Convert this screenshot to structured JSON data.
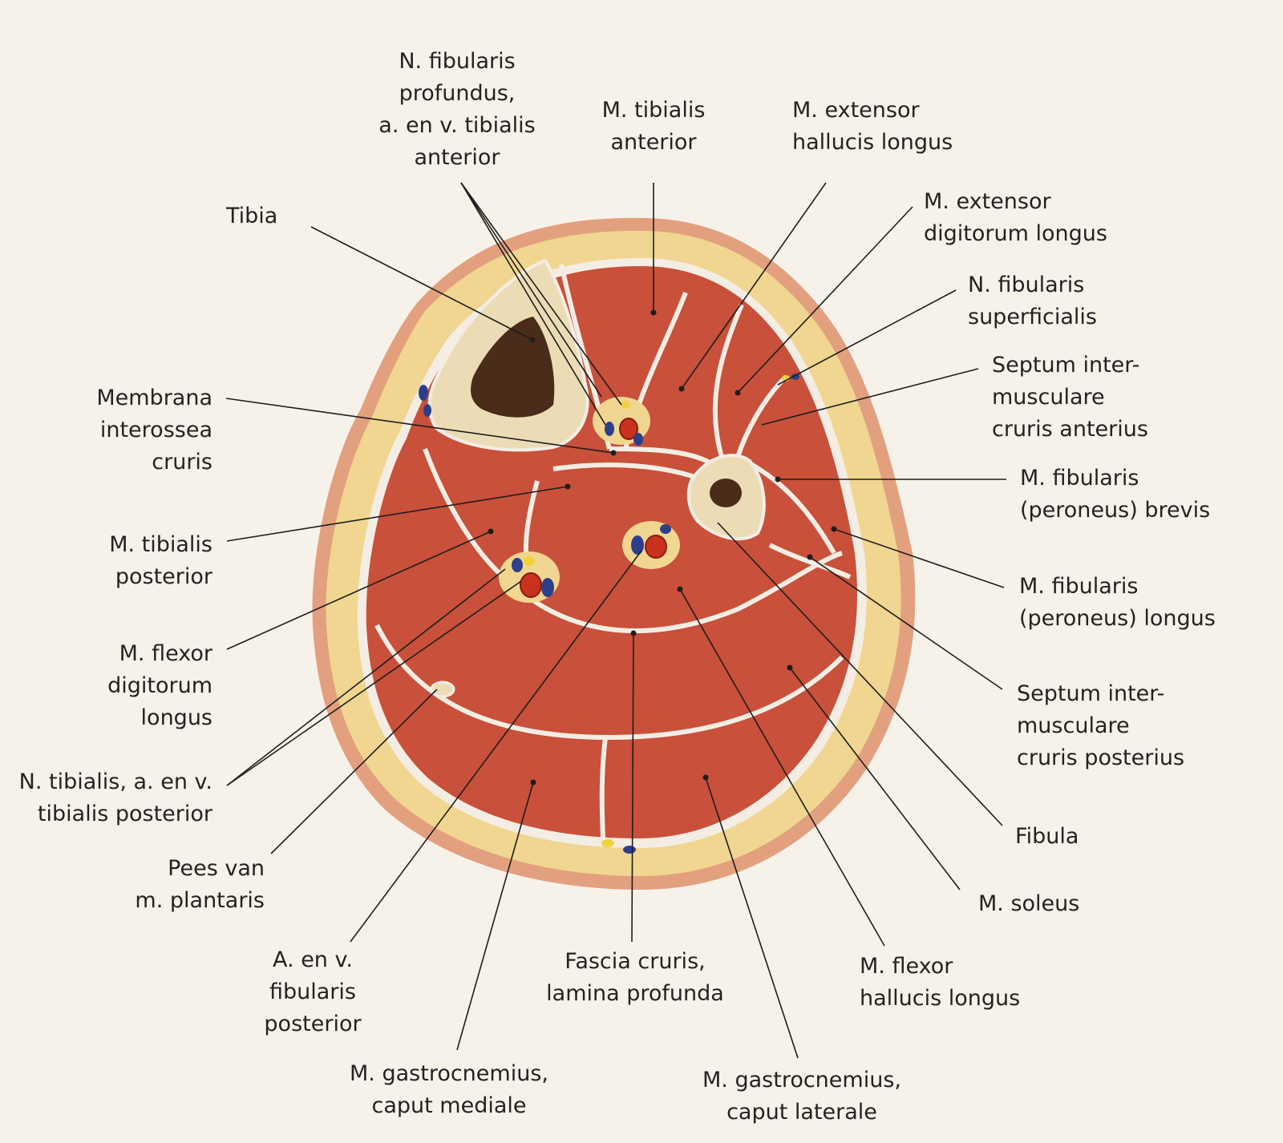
{
  "labels": {
    "n_fib_prof": [
      "N. fibularis",
      "profundus,",
      "a. en v. tibialis",
      "anterior"
    ],
    "tib_ant": [
      "M. tibialis",
      "anterior"
    ],
    "ext_hal": [
      "M. extensor",
      "hallucis longus"
    ],
    "ext_dig": [
      "M. extensor",
      "digitorum longus"
    ],
    "n_fib_sup": [
      "N. fibularis",
      "superficialis"
    ],
    "sept_ant": [
      "Septum inter-",
      "musculare",
      "cruris anterius"
    ],
    "fib_brev": [
      "M. fibularis",
      "(peroneus) brevis"
    ],
    "fib_long": [
      "M. fibularis",
      "(peroneus) longus"
    ],
    "sept_post": [
      "Septum inter-",
      "musculare",
      "cruris posterius"
    ],
    "fibula": [
      "Fibula"
    ],
    "soleus": [
      "M. soleus"
    ],
    "flex_hal": [
      "M. flexor",
      "hallucis longus"
    ],
    "gastro_lat": [
      "M. gastrocnemius,",
      "caput laterale"
    ],
    "fascia": [
      "Fascia cruris,",
      "lamina profunda"
    ],
    "gastro_med": [
      "M. gastrocnemius,",
      "caput mediale"
    ],
    "a_fib_post": [
      "A. en v.",
      "fibularis",
      "posterior"
    ],
    "plantaris": [
      "Pees van",
      "m. plantaris"
    ],
    "n_tib": [
      "N. tibialis, a. en v.",
      "tibialis posterior"
    ],
    "flex_dig": [
      "M. flexor",
      "digitorum",
      "longus"
    ],
    "tib_post": [
      "M. tibialis",
      "posterior"
    ],
    "membrana": [
      "Membrana",
      "interossea",
      "cruris"
    ],
    "tibia": [
      "Tibia"
    ]
  },
  "colors": {
    "background": "#f6f2ea",
    "skin": "#e3a07f",
    "fat": "#f0d690",
    "muscle": "#c9503a",
    "fascia": "#f4ede4",
    "bone": "#ecdcb6",
    "marrow": "#4a2c1a",
    "artery": "#c8321e",
    "vein": "#2d3f8c",
    "nerve": "#f2d13c",
    "leader_line": "#1e1e1e"
  }
}
